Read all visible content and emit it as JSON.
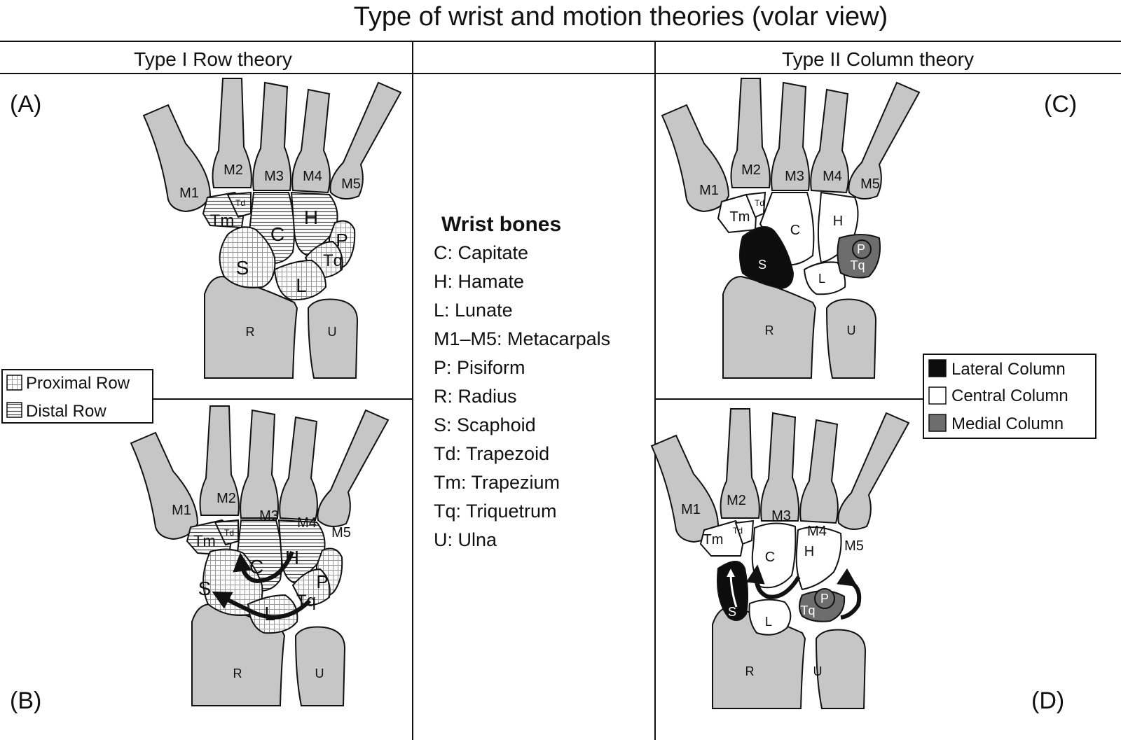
{
  "title": "Type of wrist and motion theories (volar view)",
  "headers": {
    "left": "Type I Row theory",
    "right": "Type II Column theory"
  },
  "panels": {
    "a": "(A)",
    "b": "(B)",
    "c": "(C)",
    "d": "(D)"
  },
  "legend_rows": [
    {
      "label": "Proximal Row",
      "pattern": "dots"
    },
    {
      "label": "Distal Row",
      "pattern": "horizontal-lines"
    }
  ],
  "legend_columns": [
    {
      "label": "Lateral Column",
      "color": "#0d0d0d"
    },
    {
      "label": "Central Column",
      "color": "#ffffff"
    },
    {
      "label": "Medial Column",
      "color": "#6d6d6d"
    }
  ],
  "key": {
    "heading": "Wrist bones",
    "items": [
      "C: Capitate",
      "H: Hamate",
      "L: Lunate",
      "M1–M5: Metacarpals",
      "P: Pisiform",
      "R: Radius",
      "S: Scaphoid",
      "Td: Trapezoid",
      "Tm: Trapezium",
      "Tq: Triquetrum",
      "U: Ulna"
    ]
  },
  "bones": {
    "M1": "M1",
    "M2": "M2",
    "M3": "M3",
    "M4": "M4",
    "M5": "M5",
    "Td": "Td",
    "Tm": "Tm",
    "C": "C",
    "H": "H",
    "P": "P",
    "Tq": "Tq",
    "S": "S",
    "L": "L",
    "R": "R",
    "U": "U"
  },
  "colors": {
    "bone_gray": "#c6c6c6",
    "lateral": "#0d0d0d",
    "central": "#ffffff",
    "medial": "#6d6d6d"
  }
}
